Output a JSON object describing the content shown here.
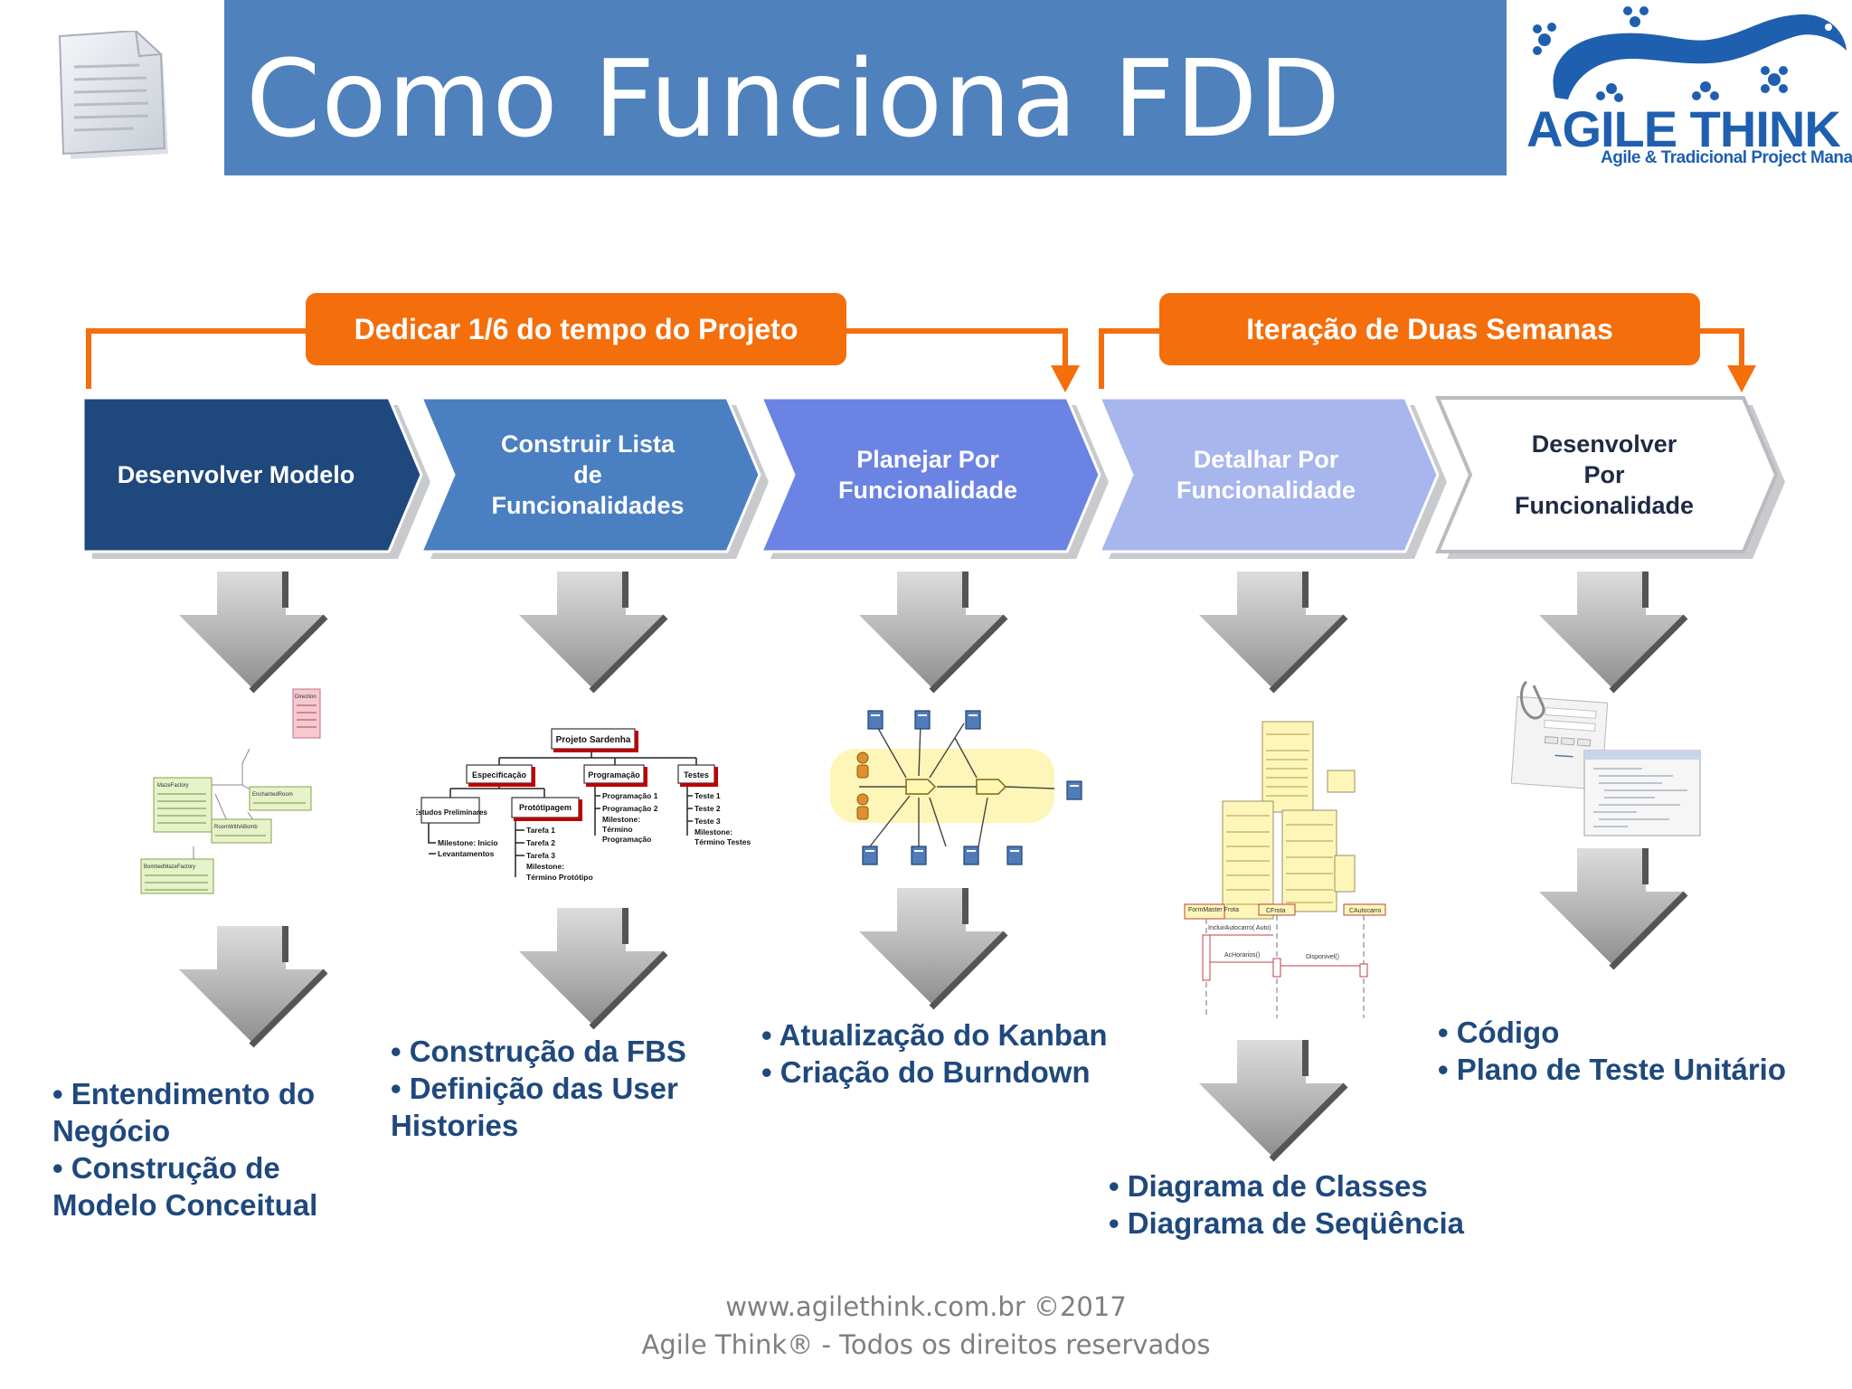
{
  "header": {
    "title": "Como Funciona FDD",
    "logo_text": "AGILE THINK",
    "logo_subtitle": "Agile & Tradicional Project Management"
  },
  "phase_banners": [
    {
      "label": "Dedicar 1/6 do tempo do Projeto"
    },
    {
      "label": "Iteração de Duas Semanas"
    }
  ],
  "steps": [
    {
      "lines": [
        "Desenvolver Modelo"
      ],
      "color": "#1f497d",
      "text_color": "#ffffff"
    },
    {
      "lines": [
        "Construir Lista",
        "de",
        "Funcionalidades"
      ],
      "color": "#4a7fc1",
      "text_color": "#ffffff"
    },
    {
      "lines": [
        "Planejar Por",
        "Funcionalidade"
      ],
      "color": "#6b83e3",
      "text_color": "#ffffff"
    },
    {
      "lines": [
        "Detalhar Por",
        "Funcionalidade"
      ],
      "color": "#a8b6ee",
      "text_color": "#ffffff"
    },
    {
      "lines": [
        "Desenvolver",
        "Por",
        "Funcionalidade"
      ],
      "color": "#ffffff",
      "text_color": "#1f2a44"
    }
  ],
  "thumbnails": {
    "class_model": {
      "boxes": [
        "Direction",
        "MazeFactory",
        "EnchantedRoom",
        "RoomWithABomb",
        "BombedMazeFactory"
      ]
    },
    "fbs_tree": {
      "root": "Projeto Sardenha",
      "branches": [
        "Especificação",
        "Programação",
        "Testes"
      ],
      "sub_branches": [
        "Estudos Preliminares",
        "Protótipagem"
      ],
      "leaves": {
        "estudos": [
          "Milestone: Inicio",
          "Levantamentos"
        ],
        "prototipagem": [
          "Tarefa 1",
          "Tarefa 2",
          "Tarefa 3",
          "Milestone:",
          "Término Protótipo"
        ],
        "programacao": [
          "Programação 1",
          "Programação 2",
          "Milestone:",
          "Término",
          "Programação"
        ],
        "testes": [
          "Teste 1",
          "Teste 2",
          "Teste 3",
          "Milestone:",
          "Término Testes"
        ]
      }
    },
    "sequence_labels": [
      "FormMaster Frota",
      "CFrota",
      "CAutocarro",
      "IncluirAutocarro( Auto)",
      "AcHorarios()",
      "Disponivel()"
    ]
  },
  "outputs": [
    {
      "lines": [
        "•  Entendimento do",
        "Negócio",
        "•  Construção de",
        "Modelo Conceitual"
      ]
    },
    {
      "lines": [
        "•  Construção da FBS",
        "•  Definição das User",
        "Histories"
      ]
    },
    {
      "lines": [
        "•  Atualização do Kanban",
        "•  Criação do Burndown"
      ]
    },
    {
      "lines": [
        "•  Diagrama de Classes",
        "•  Diagrama de Seqüência"
      ]
    },
    {
      "lines": [
        "•  Código",
        "•  Plano de Teste Unitário"
      ]
    }
  ],
  "footer": {
    "line1": "www.agilethink.com.br ©2017",
    "line2": "Agile Think® - Todos os direitos reservados"
  },
  "colors": {
    "header_blue": "#4f81bd",
    "banner_orange": "#f46e0c",
    "bullet_text": "#1f497d",
    "footer_text": "#7f7f7f"
  }
}
